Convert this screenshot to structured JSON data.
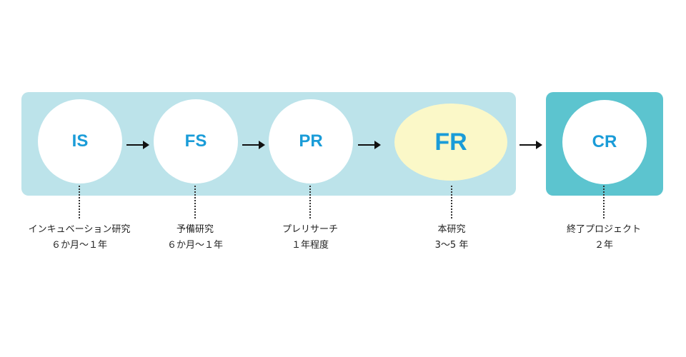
{
  "stages": [
    {
      "code": "IS",
      "line1": "インキュベーション研究",
      "line2": "６か月〜１年"
    },
    {
      "code": "FS",
      "line1": "予備研究",
      "line2": "６か月〜１年"
    },
    {
      "code": "PR",
      "line1": "プレリサーチ",
      "line2": "１年程度"
    },
    {
      "code": "FR",
      "line1": "本研究",
      "line2": "3〜5 年"
    },
    {
      "code": "CR",
      "line1": "終了プロジェクト",
      "line2": "２年"
    }
  ],
  "colors": {
    "band": "#bce3ea",
    "box": "#5cc4cf",
    "code_text": "#1a9cd8",
    "highlight": "#fbf8c8",
    "circle": "#ffffff"
  }
}
